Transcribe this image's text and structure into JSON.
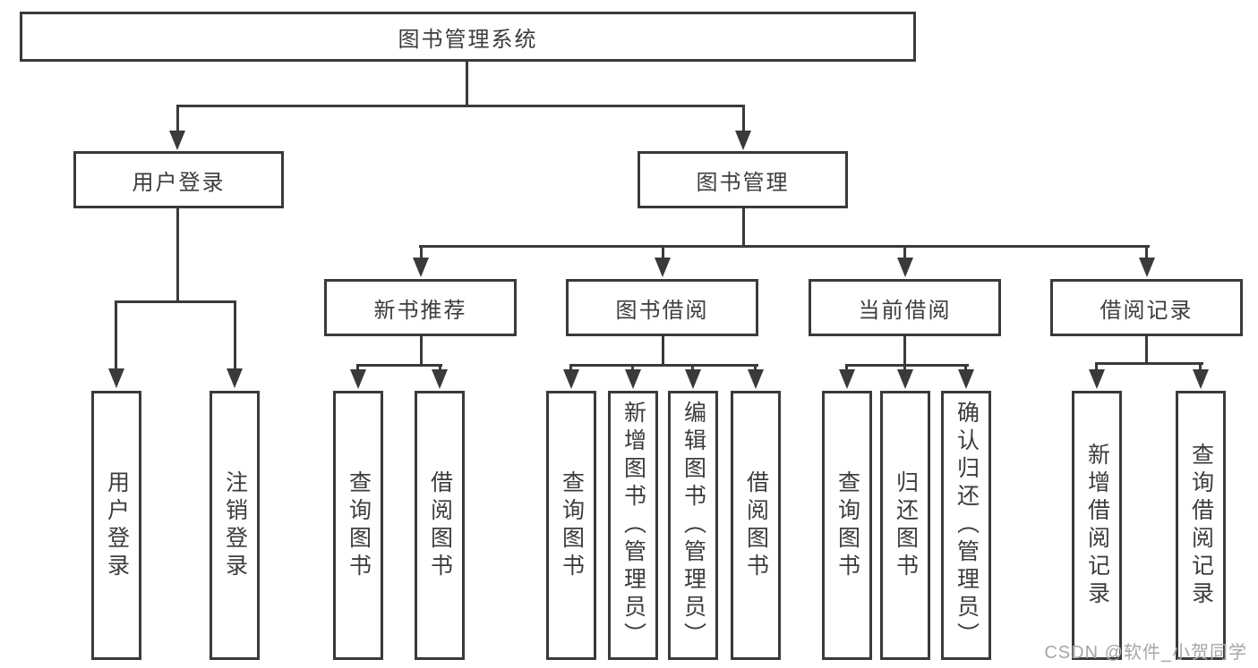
{
  "tree": {
    "label": "图书管理系统",
    "children": [
      {
        "label": "用户登录",
        "children": [
          {
            "label": "用户登录"
          },
          {
            "label": "注销登录"
          }
        ]
      },
      {
        "label": "图书管理",
        "children": [
          {
            "label": "新书推荐",
            "children": [
              {
                "label": "查询图书"
              },
              {
                "label": "借阅图书"
              }
            ]
          },
          {
            "label": "图书借阅",
            "children": [
              {
                "label": "查询图书"
              },
              {
                "label": "新增图书（管理员）"
              },
              {
                "label": "编辑图书（管理员）"
              },
              {
                "label": "借阅图书"
              }
            ]
          },
          {
            "label": "当前借阅",
            "children": [
              {
                "label": "查询图书"
              },
              {
                "label": "归还图书"
              },
              {
                "label": "确认归还（管理员）"
              }
            ]
          },
          {
            "label": "借阅记录",
            "children": [
              {
                "label": "新增借阅记录"
              },
              {
                "label": "查询借阅记录"
              }
            ]
          }
        ]
      }
    ]
  },
  "colors": {
    "line": "#3a3a3a",
    "background": "#ffffff",
    "watermark": "#a6a6a6"
  },
  "watermark": {
    "text": "CSDN @软件_小贺同学"
  }
}
